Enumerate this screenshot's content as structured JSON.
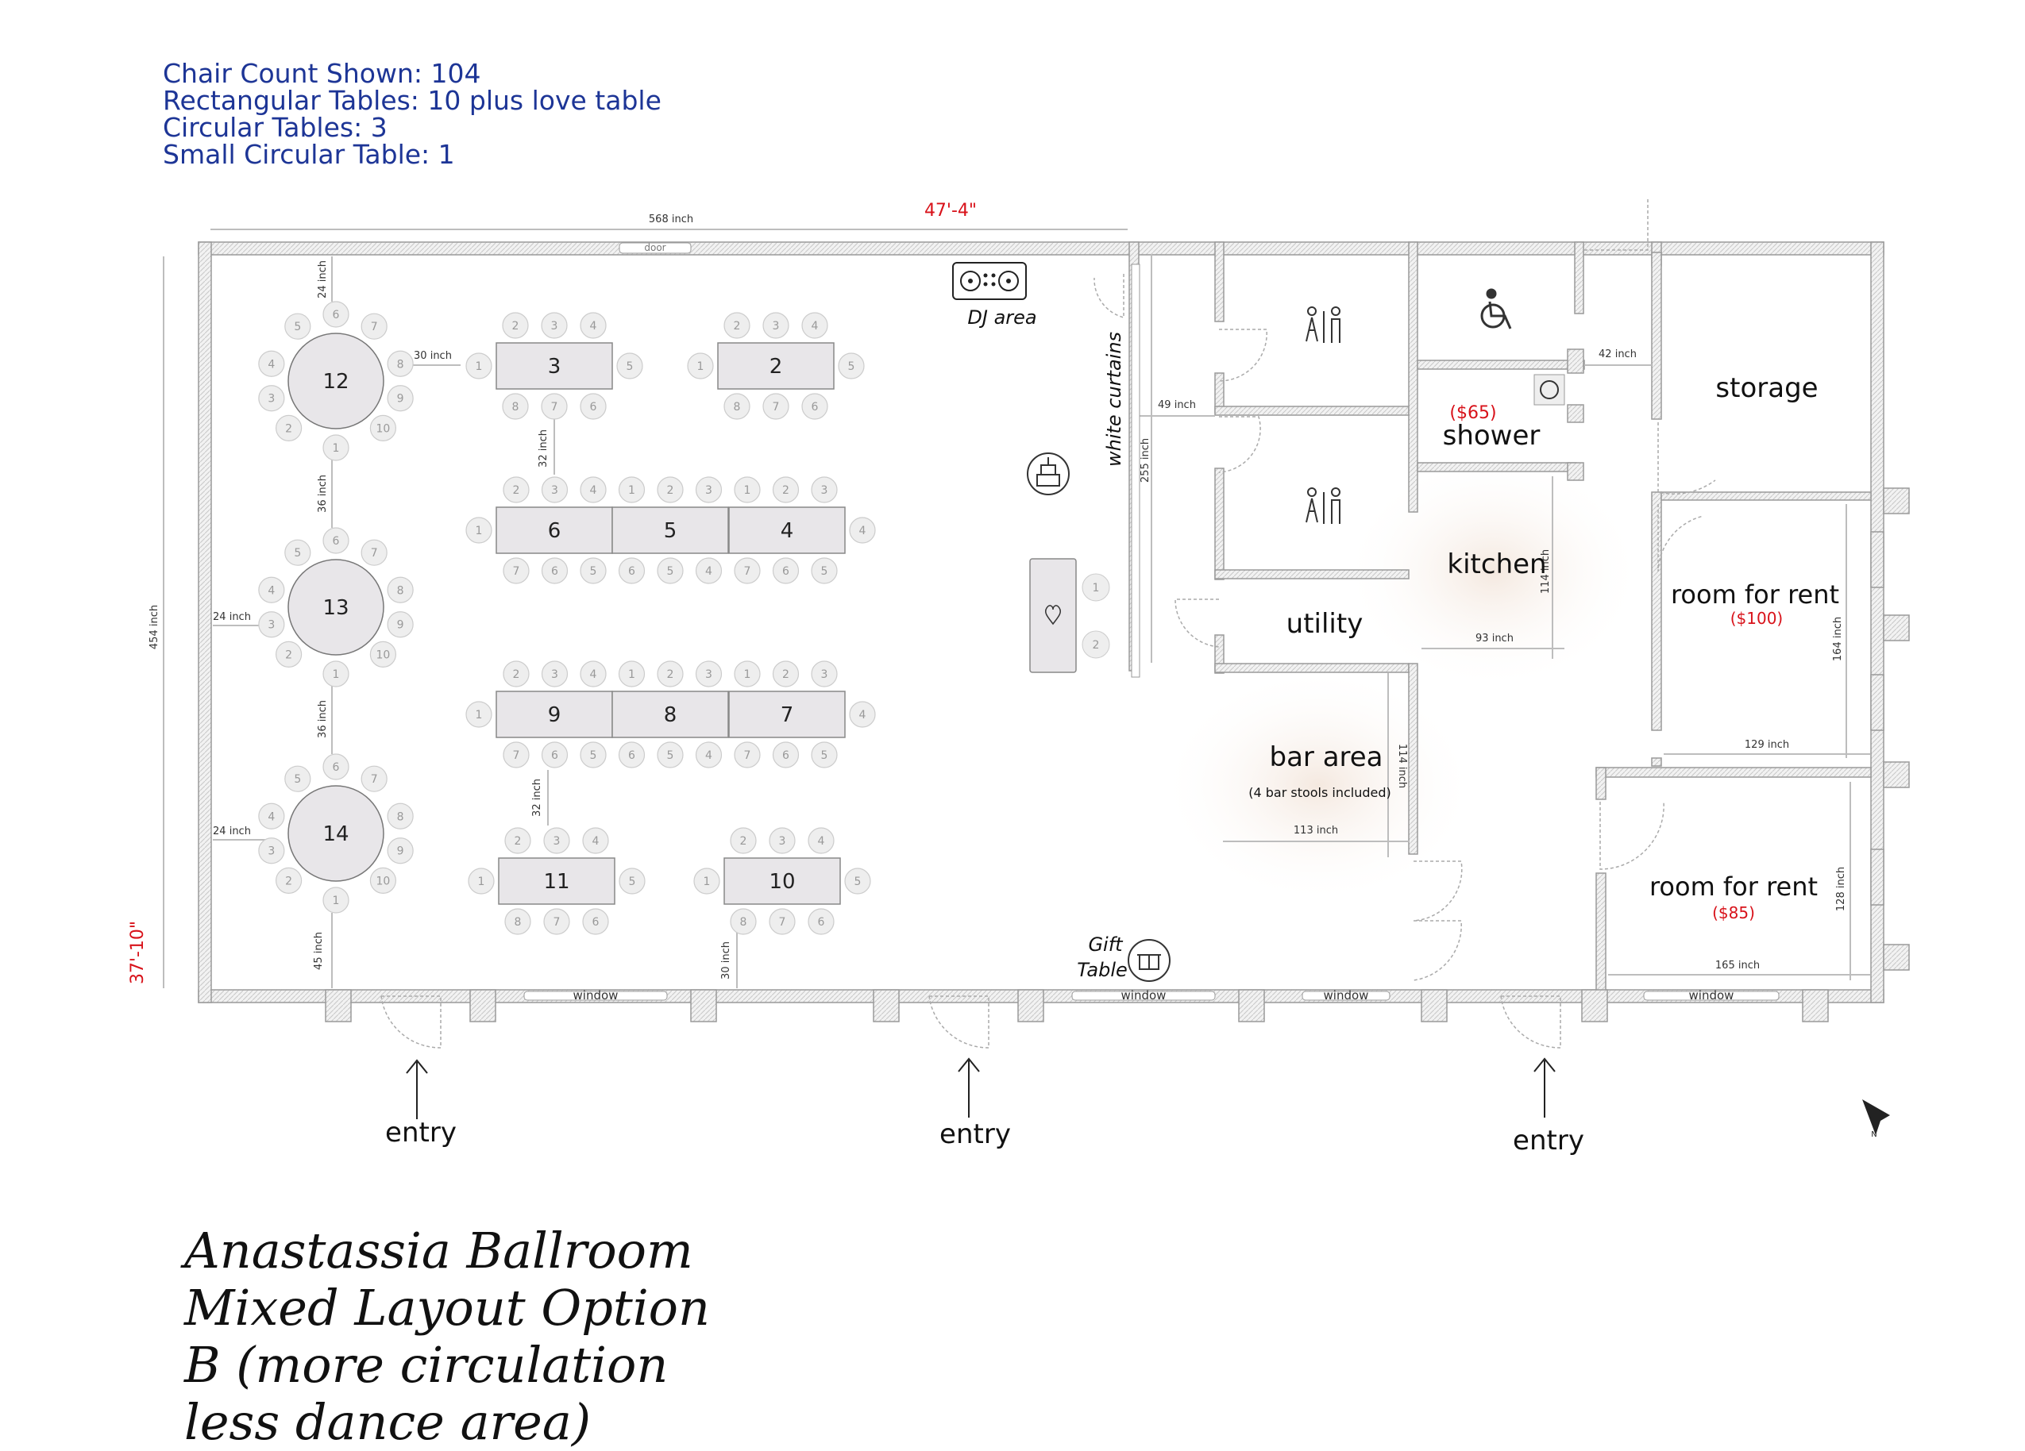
{
  "stats": {
    "chair_count": "Chair Count Shown: 104",
    "rect_tables": "Rectangular Tables: 10 plus love table",
    "circ_tables": "Circular Tables: 3",
    "small_circ": "Small Circular Table: 1"
  },
  "title": {
    "line1": "Anastassia Ballroom",
    "line2": "Mixed Layout Option",
    "line3": "B (more circulation",
    "line4": "less dance area)"
  },
  "dims": {
    "top_inch": "568 inch",
    "top_feet": "47'-4\"",
    "left_inch": "454 inch",
    "left_feet": "37'-10\"",
    "d24a": "24 inch",
    "d30": "30 inch",
    "d36a": "36 inch",
    "d24b": "24 inch",
    "d36b": "36 inch",
    "d24c": "24 inch",
    "d45": "45 inch",
    "d32a": "32 inch",
    "d32b": "32 inch",
    "d30b": "30 inch",
    "d49": "49 inch",
    "d255": "255 inch",
    "d42": "42 inch",
    "d114a": "114 inch",
    "d93": "93 inch",
    "d114b": "114 inch",
    "d113": "113 inch",
    "d164": "164 inch",
    "d129": "129 inch",
    "d128": "128 inch",
    "d165": "165 inch"
  },
  "labels": {
    "door": "door",
    "dj": "DJ area",
    "curtains": "white curtains",
    "gift1": "Gift",
    "gift2": "Table",
    "shower": "shower",
    "shower_price": "($65)",
    "kitchen": "kitchen",
    "utility": "utility",
    "bar": "bar area",
    "bar_note": "(4 bar stools included)",
    "storage": "storage",
    "room1": "room for  rent",
    "room1_price": "($100)",
    "room2": "room for  rent",
    "room2_price": "($85)",
    "window": "window",
    "entry": "entry",
    "north": "N"
  },
  "round_tables": [
    {
      "label": "12"
    },
    {
      "label": "13"
    },
    {
      "label": "14"
    }
  ],
  "rect_tables": [
    {
      "label": "3"
    },
    {
      "label": "2"
    },
    {
      "label": "6"
    },
    {
      "label": "5"
    },
    {
      "label": "4"
    },
    {
      "label": "9"
    },
    {
      "label": "8"
    },
    {
      "label": "7"
    },
    {
      "label": "11"
    },
    {
      "label": "10"
    }
  ],
  "love_chairs": [
    "1",
    "2"
  ],
  "colors": {
    "stats_text": "#1d3596",
    "price": "#d8121a",
    "feet_dim": "#d8121a",
    "wall_fill": "#ececec",
    "table_fill": "#e8e6e9",
    "chair_fill": "#eeeeee"
  }
}
